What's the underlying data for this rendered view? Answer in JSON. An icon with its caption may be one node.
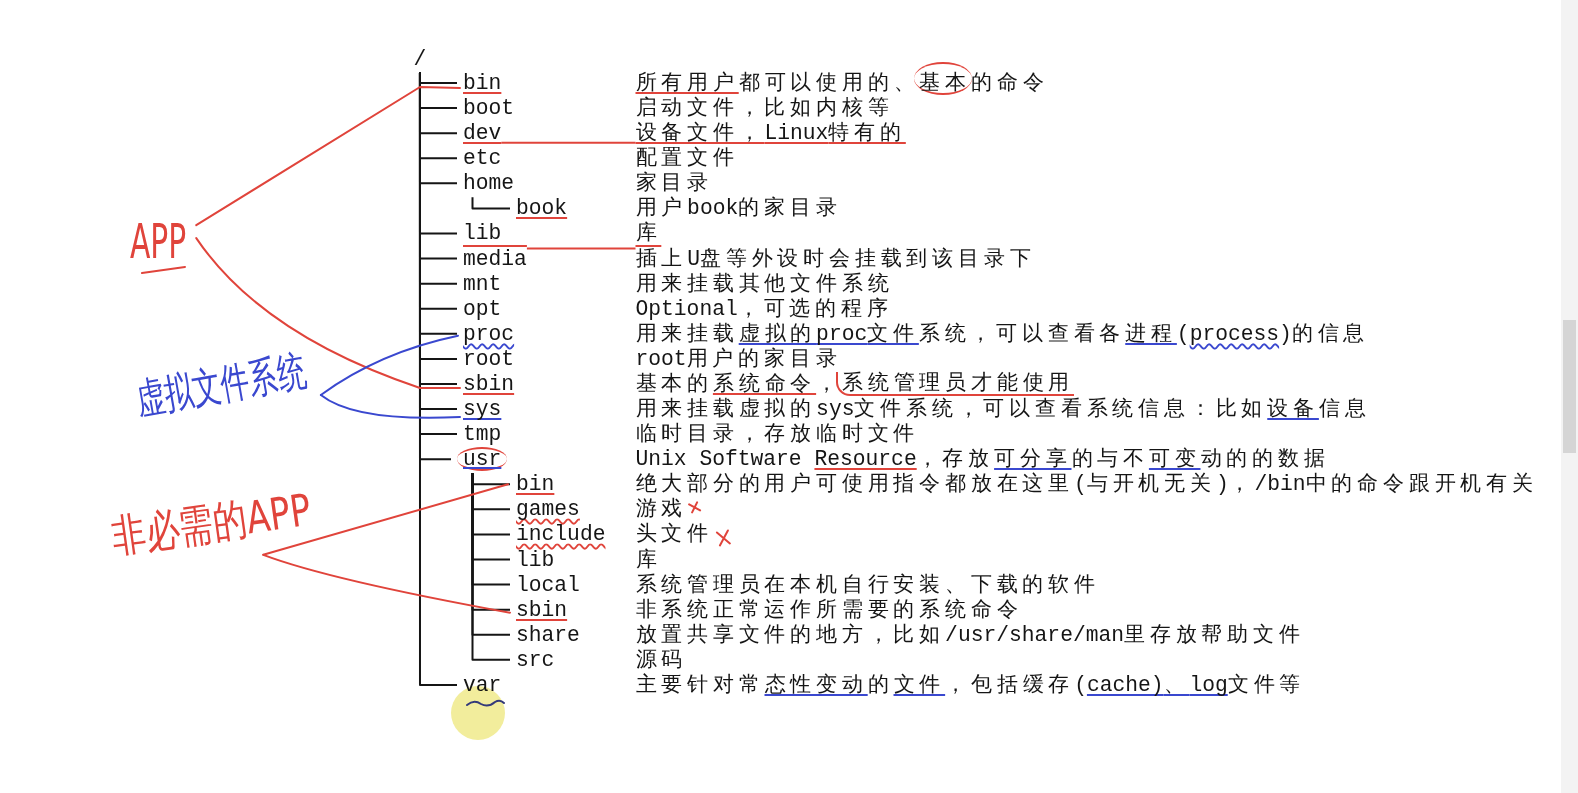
{
  "diagram": {
    "nodes": [
      {
        "text": [
          "/"
        ]
      },
      {
        "text": [
          "bin",
          "所有用户都可以使用的、基本的命令"
        ]
      },
      {
        "text": [
          "boot",
          "启动文件，比如内核等"
        ]
      },
      {
        "text": [
          "dev",
          "设备文件，Linux特有的"
        ]
      },
      {
        "text": [
          "etc",
          "配置文件"
        ]
      },
      {
        "text": [
          "home",
          "家目录"
        ]
      },
      {
        "text": [
          "book",
          "用户book的家目录"
        ]
      },
      {
        "text": [
          "lib",
          "库"
        ]
      },
      {
        "text": [
          "media",
          "插上U盘等外设时会挂载到该目录下"
        ]
      },
      {
        "text": [
          "mnt",
          "用来挂载其他文件系统"
        ]
      },
      {
        "text": [
          "opt",
          "Optional，可选的程序"
        ]
      },
      {
        "text": [
          "proc",
          "用来挂载虚拟的proc文件系统，可以查看各进程(process)的信息"
        ]
      },
      {
        "text": [
          "root",
          "root用户的家目录"
        ]
      },
      {
        "text": [
          "sbin",
          "基本的系统命令，系统管理员才能使用"
        ]
      },
      {
        "text": [
          "sys",
          "用来挂载虚拟的sys文件系统，可以查看系统信息：比如设备信息"
        ]
      },
      {
        "text": [
          "tmp",
          "临时目录，存放临时文件"
        ]
      },
      {
        "text": [
          "usr",
          "Unix Software Resource，存放可分享的与不可变动的的数据"
        ]
      },
      {
        "text": [
          "bin",
          "绝大部分的用户可使用指令都放在这里(与开机无关)，/bin中的命令跟开机有关"
        ]
      },
      {
        "text": [
          "games",
          "游戏"
        ]
      },
      {
        "text": [
          "include",
          "头文件"
        ]
      },
      {
        "text": [
          "lib",
          "库"
        ]
      },
      {
        "text": [
          "local",
          "系统管理员在本机自行安装、下载的软件"
        ]
      },
      {
        "text": [
          "sbin",
          "非系统正常运作所需要的系统命令"
        ]
      },
      {
        "text": [
          "share",
          "放置共享文件的地方，比如/usr/share/man里存放帮助文件"
        ]
      },
      {
        "text": [
          "src",
          "源码"
        ]
      },
      {
        "text": [
          "var",
          "主要针对常态性变动的文件，包括缓存(cache)、log文件等"
        ]
      },
      {
        "text": [
          "APP"
        ]
      },
      {
        "text": [
          "虚拟文件系统"
        ]
      },
      {
        "text": [
          "非必需的APP"
        ]
      }
    ],
    "edges": [
      {
        "from": 0,
        "to": 1,
        "arrow": "none"
      },
      {
        "from": 0,
        "to": 2,
        "arrow": "none"
      },
      {
        "from": 0,
        "to": 3,
        "arrow": "none"
      },
      {
        "from": 0,
        "to": 4,
        "arrow": "none"
      },
      {
        "from": 0,
        "to": 5,
        "arrow": "none"
      },
      {
        "from": 0,
        "to": 7,
        "arrow": "none"
      },
      {
        "from": 0,
        "to": 8,
        "arrow": "none"
      },
      {
        "from": 0,
        "to": 9,
        "arrow": "none"
      },
      {
        "from": 0,
        "to": 10,
        "arrow": "none"
      },
      {
        "from": 0,
        "to": 11,
        "arrow": "none"
      },
      {
        "from": 0,
        "to": 12,
        "arrow": "none"
      },
      {
        "from": 0,
        "to": 13,
        "arrow": "none"
      },
      {
        "from": 0,
        "to": 14,
        "arrow": "none"
      },
      {
        "from": 0,
        "to": 15,
        "arrow": "none"
      },
      {
        "from": 0,
        "to": 16,
        "arrow": "none"
      },
      {
        "from": 0,
        "to": 25,
        "arrow": "none"
      },
      {
        "from": 5,
        "to": 6,
        "arrow": "none"
      },
      {
        "from": 16,
        "to": 17,
        "arrow": "none"
      },
      {
        "from": 16,
        "to": 18,
        "arrow": "none"
      },
      {
        "from": 16,
        "to": 19,
        "arrow": "none"
      },
      {
        "from": 16,
        "to": 20,
        "arrow": "none"
      },
      {
        "from": 16,
        "to": 21,
        "arrow": "none"
      },
      {
        "from": 16,
        "to": 22,
        "arrow": "none"
      },
      {
        "from": 16,
        "to": 23,
        "arrow": "none"
      },
      {
        "from": 16,
        "to": 24,
        "arrow": "none"
      },
      {
        "from": 26,
        "to": 1,
        "arrow": "none",
        "color": "#e0443b"
      },
      {
        "from": 26,
        "to": 13,
        "arrow": "none",
        "color": "#e0443b"
      },
      {
        "from": 27,
        "to": 11,
        "arrow": "none",
        "color": "#3a48cf"
      },
      {
        "from": 27,
        "to": 14,
        "arrow": "none",
        "color": "#3a48cf"
      },
      {
        "from": 28,
        "to": 17,
        "arrow": "none",
        "color": "#e0443b"
      },
      {
        "from": 28,
        "to": 22,
        "arrow": "none",
        "color": "#e0443b"
      }
    ]
  }
}
